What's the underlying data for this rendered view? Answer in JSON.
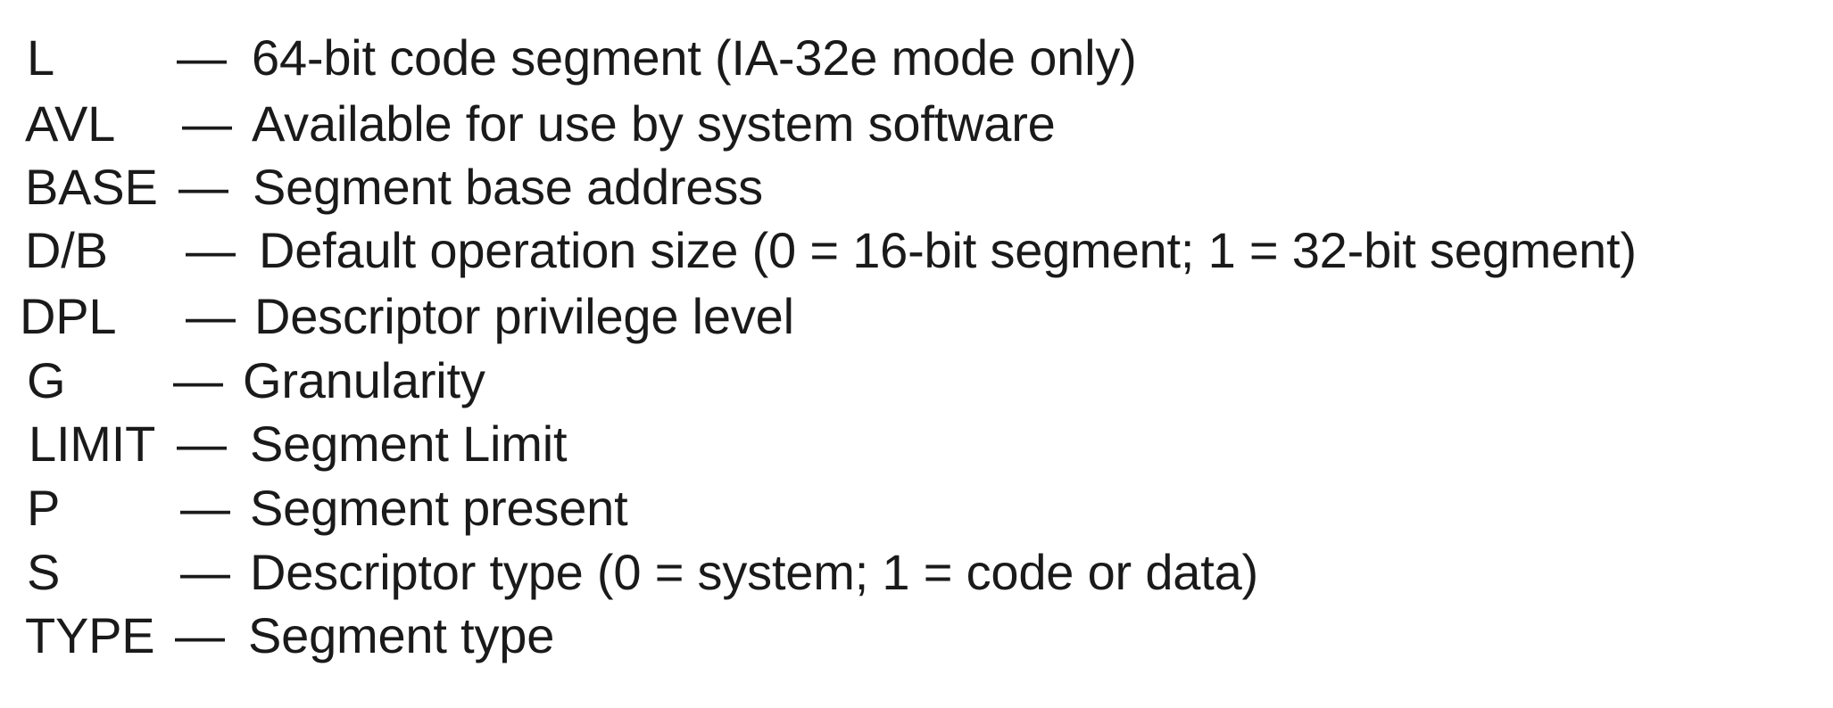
{
  "legend": {
    "rows": [
      {
        "abbr": "L",
        "dash": "—",
        "desc": "64-bit code segment (IA-32e mode only)"
      },
      {
        "abbr": "AVL",
        "dash": "—",
        "desc": "Available for use by system software"
      },
      {
        "abbr": "BASE",
        "dash": "—",
        "desc": "Segment base address"
      },
      {
        "abbr": "D/B",
        "dash": "—",
        "desc": "Default operation size (0 = 16-bit segment; 1 = 32-bit segment)"
      },
      {
        "abbr": "DPL",
        "dash": "—",
        "desc": "Descriptor privilege level"
      },
      {
        "abbr": "G",
        "dash": "—",
        "desc": "Granularity"
      },
      {
        "abbr": "LIMIT",
        "dash": "—",
        "desc": "Segment Limit"
      },
      {
        "abbr": "P",
        "dash": "—",
        "desc": "Segment present"
      },
      {
        "abbr": "S",
        "dash": "—",
        "desc": "Descriptor type (0 = system; 1 = code or data)"
      },
      {
        "abbr": "TYPE",
        "dash": "—",
        "desc": "Segment type"
      }
    ]
  }
}
